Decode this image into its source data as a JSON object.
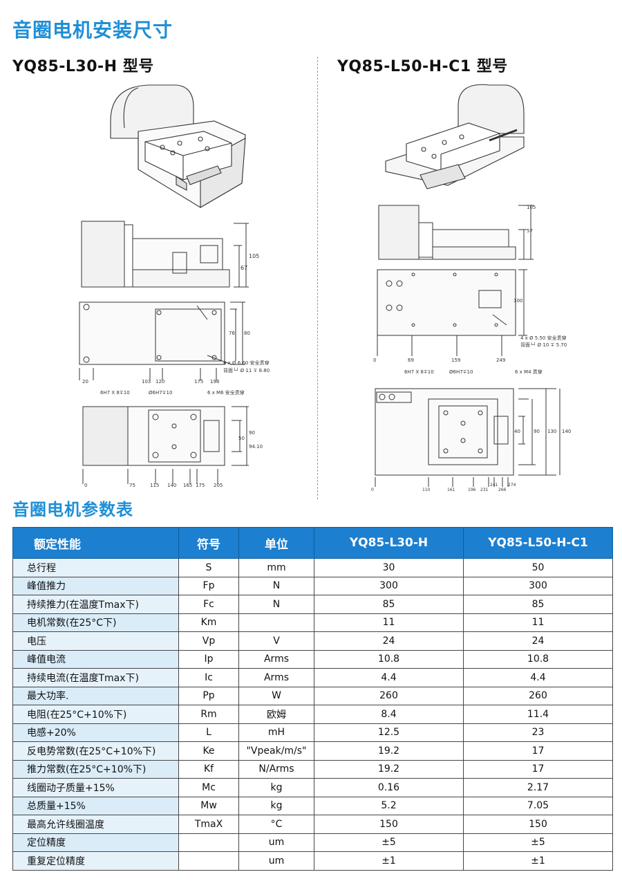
{
  "install_title": "音圈电机安装尺寸",
  "models": {
    "left_label": "YQ85-L30-H  型号",
    "right_label": "YQ85-L50-H-C1 型号"
  },
  "drawings_left": {
    "dims_side": [
      "105",
      "67"
    ],
    "dims_top_right": [
      "80",
      "76"
    ],
    "dims_top_bottom": [
      "20",
      "103",
      "120",
      "175",
      "198"
    ],
    "note_top": [
      "4 x Ø 6.60 安全贯穿",
      "背面└┘ Ø 11 ∓ 8.80"
    ],
    "note_bottom_top": [
      "6H7 X 8∓10",
      "Ø6H7∓10",
      "6 x M6 安全贯穿"
    ],
    "dims_bottom_right": [
      "50",
      "90",
      "94.10"
    ],
    "dims_bottom_bottom": [
      "0",
      "75",
      "115",
      "140",
      "165",
      "175",
      "205"
    ]
  },
  "drawings_right": {
    "dims_side": [
      "105",
      "57"
    ],
    "dims_top_right": [
      "100"
    ],
    "dims_top_bottom": [
      "0",
      "69",
      "159",
      "249"
    ],
    "note_top": [
      "4 x Ø 5.50 安全贯穿",
      "背面└┘ Ø 10 ∓ 5.70"
    ],
    "note_bottom_top": [
      "6H7 X 8∓10",
      "Ø6H7∓10",
      "6 x M4 贯穿"
    ],
    "dims_bottom_right": [
      "40",
      "90",
      "130",
      "140"
    ],
    "dims_bottom_bottom": [
      "0",
      "110",
      "161",
      "196",
      "231",
      "241",
      "266",
      "274"
    ]
  },
  "params_title": "音圈电机参数表",
  "table": {
    "headers": [
      "额定性能",
      "符号",
      "单位",
      "YQ85-L30-H",
      "YQ85-L50-H-C1"
    ],
    "rows": [
      [
        "总行程",
        "S",
        "mm",
        "30",
        "50"
      ],
      [
        "峰值推力",
        "Fp",
        "N",
        "300",
        "300"
      ],
      [
        "持续推力(在温度Tmax下)",
        "Fc",
        "N",
        "85",
        "85"
      ],
      [
        "电机常数(在25°C下)",
        "Km",
        "",
        "11",
        "11"
      ],
      [
        "电压",
        "Vp",
        "V",
        "24",
        "24"
      ],
      [
        "峰值电流",
        "Ip",
        "Arms",
        "10.8",
        "10.8"
      ],
      [
        "持续电流(在温度Tmax下)",
        "Ic",
        "Arms",
        "4.4",
        "4.4"
      ],
      [
        "最大功率.",
        "Pp",
        "W",
        "260",
        "260"
      ],
      [
        "电阻(在25°C+10%下)",
        "Rm",
        "欧姆",
        "8.4",
        "11.4"
      ],
      [
        "电感+20%",
        "L",
        "mH",
        "12.5",
        "23"
      ],
      [
        "反电势常数(在25°C+10%下)",
        "Ke",
        "\"Vpeak/m/s\"",
        "19.2",
        "17"
      ],
      [
        "推力常数(在25°C+10%下)",
        "Kf",
        "N/Arms",
        "19.2",
        "17"
      ],
      [
        "线圈动子质量+15%",
        "Mc",
        "kg",
        "0.16",
        "2.17"
      ],
      [
        "总质量+15%",
        "Mw",
        "kg",
        "5.2",
        "7.05"
      ],
      [
        "最高允许线圈温度",
        "TmaX",
        "°C",
        "150",
        "150"
      ],
      [
        "定位精度",
        "",
        "um",
        "±5",
        "±5"
      ],
      [
        "重复定位精度",
        "",
        "um",
        "±1",
        "±1"
      ]
    ]
  }
}
